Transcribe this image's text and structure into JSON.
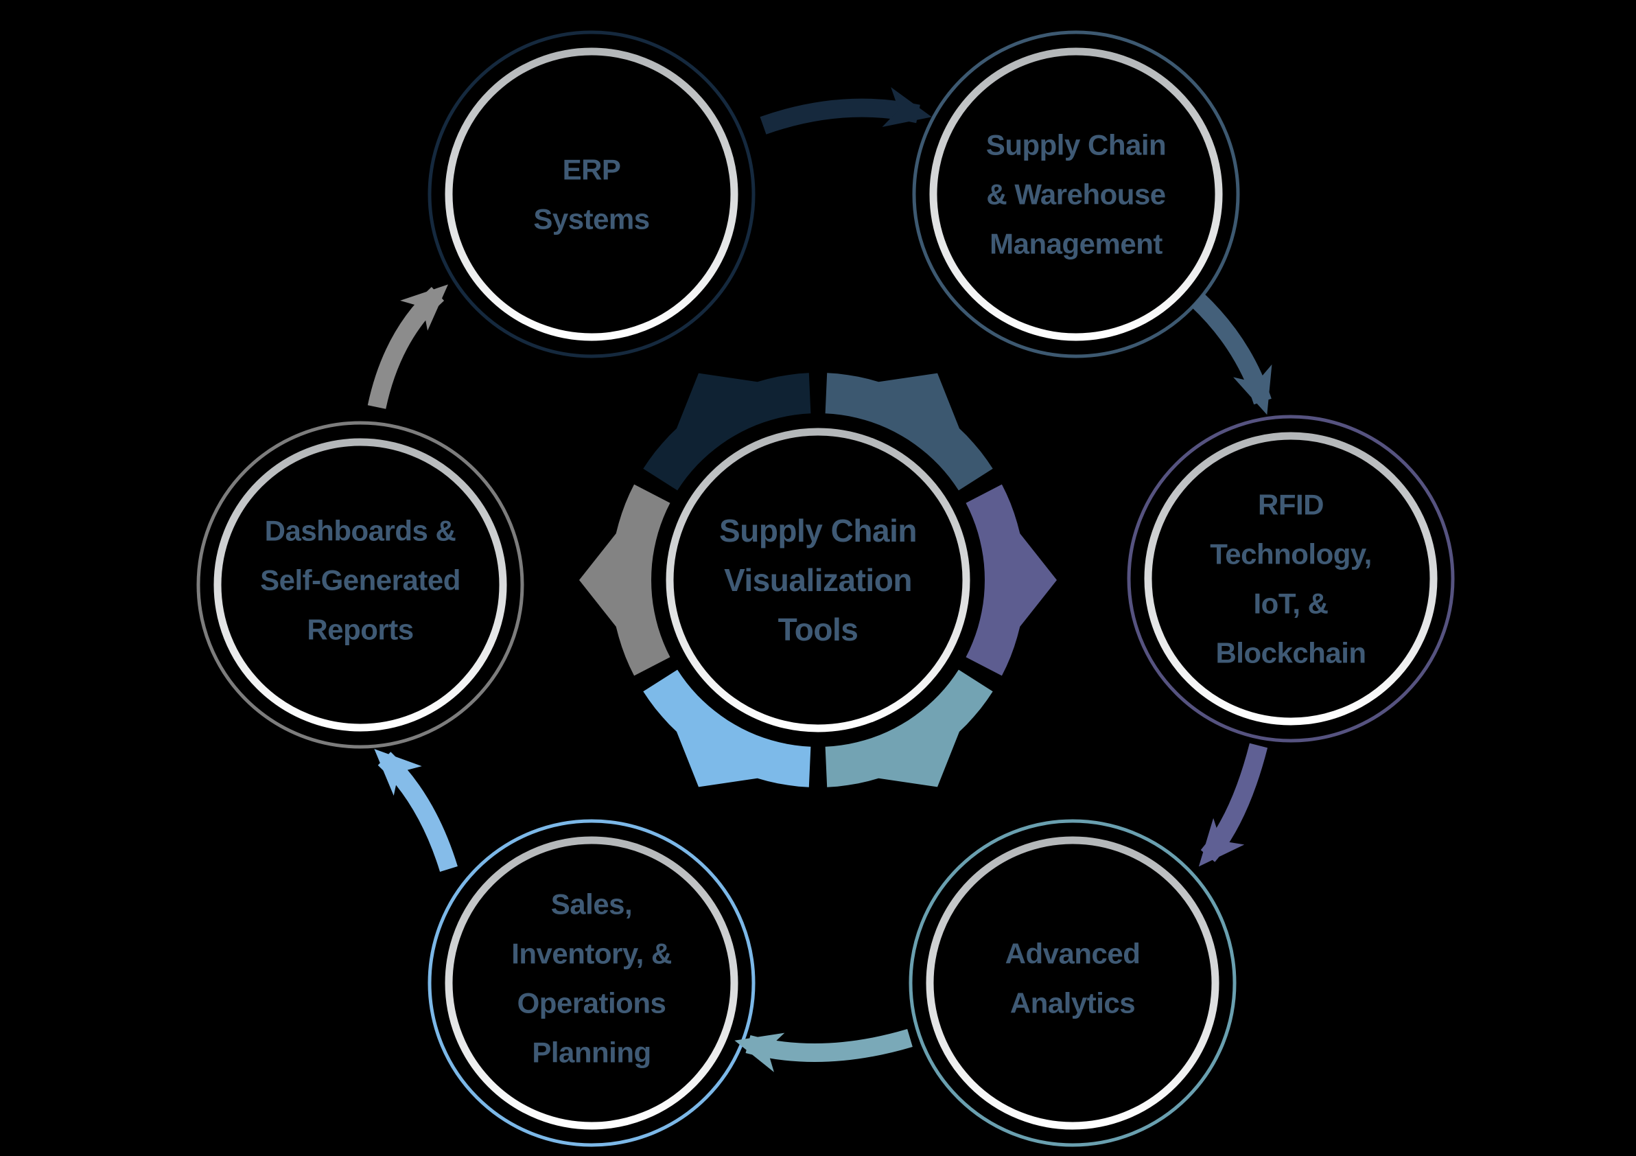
{
  "diagram_title": "Supply Chain Visualization Tools cycle diagram",
  "background_color": "#000000",
  "palette": {
    "label_text": "#3f5a75",
    "inner_ring_top": "#b4b7b9",
    "inner_ring_bottom": "#ffffff"
  },
  "center": {
    "lines": [
      "Supply Chain",
      "Visualization",
      "Tools"
    ]
  },
  "gear": {
    "segments": {
      "erp": "#0f2233",
      "supply": "#3c5870",
      "rfid": "#5d5d90",
      "analytics": "#73a3b3",
      "sales": "#7dbae9",
      "dashboards": "#838383"
    }
  },
  "nodes": {
    "erp": {
      "color": "#15293e",
      "lines": [
        "ERP",
        "Systems"
      ]
    },
    "supply": {
      "color": "#3d5971",
      "lines": [
        "Supply Chain",
        "& Warehouse",
        "Management"
      ]
    },
    "rfid": {
      "color": "#565380",
      "lines": [
        "RFID",
        "Technology,",
        "IoT, &",
        "Blockchain"
      ]
    },
    "analytics": {
      "color": "#6aa0b0",
      "lines": [
        "Advanced",
        "Analytics"
      ]
    },
    "sales": {
      "color": "#7cb8e8",
      "lines": [
        "Sales,",
        "Inventory, &",
        "Operations",
        "Planning"
      ]
    },
    "dashboards": {
      "color": "#7d7d7d",
      "lines": [
        "Dashboards &",
        "Self-Generated",
        "Reports"
      ]
    }
  },
  "arrows": {
    "erp_to_supply": {
      "color": "#16293d"
    },
    "supply_to_rfid": {
      "color": "#44607a"
    },
    "rfid_to_analytics": {
      "color": "#5f6094"
    },
    "analytics_to_sales": {
      "color": "#7aa9b8"
    },
    "sales_to_dashboards": {
      "color": "#85bce9"
    },
    "dashboards_to_erp": {
      "color": "#8c8c8c"
    }
  }
}
